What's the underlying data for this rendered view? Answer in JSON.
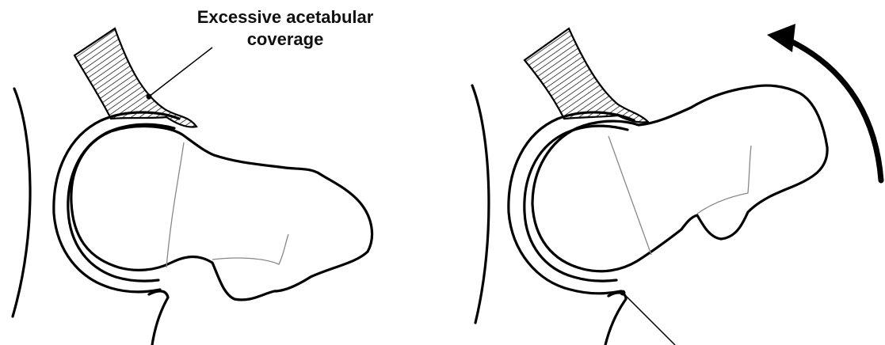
{
  "labels": {
    "excessive_coverage_line1": "Excessive acetabular",
    "excessive_coverage_line2": "coverage"
  },
  "colors": {
    "line": "#000000",
    "hatch": "#000000",
    "physis": "#888888",
    "background": "#ffffff"
  },
  "icons": {
    "rotation_arrow": "curved-arrow-counterclockwise"
  }
}
